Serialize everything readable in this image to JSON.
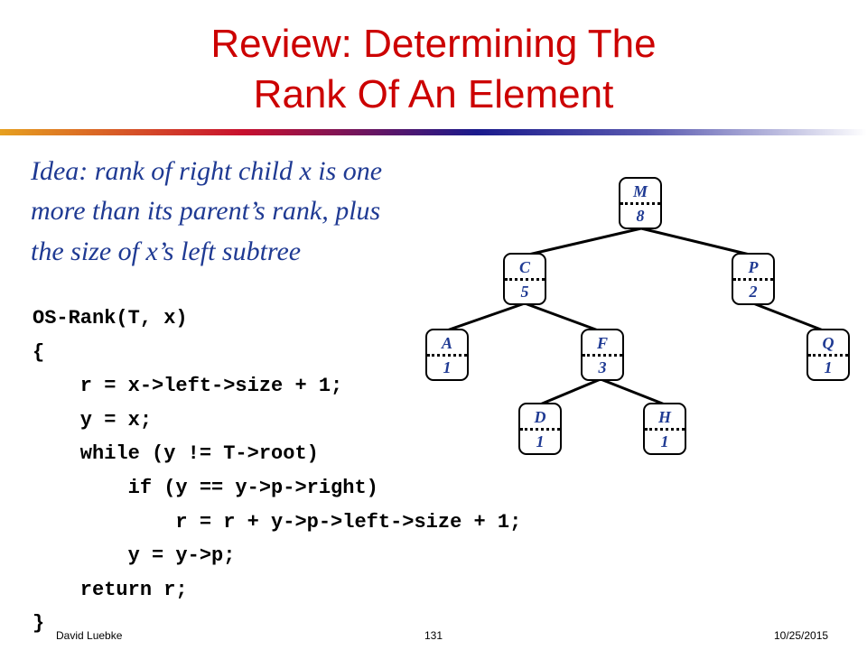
{
  "slide": {
    "title_line1": "Review: Determining The",
    "title_line2": "Rank Of An Element",
    "idea_lines": [
      "Idea: rank of right child x is one",
      "more than its parent’s rank, plus",
      "the size of x’s left subtree"
    ],
    "code_lines": [
      "OS-Rank(T, x)",
      "{",
      "    r = x->left->size + 1;",
      "    y = x;",
      "    while (y != T->root)",
      "        if (y == y->p->right)",
      "            r = r + y->p->left->size + 1;",
      "        y = y->p;",
      "    return r;",
      "}"
    ],
    "footer": {
      "author": "David Luebke",
      "page": "131",
      "date": "10/25/2015"
    }
  },
  "tree": {
    "nodes": [
      {
        "id": "M",
        "key": "M",
        "size": "8"
      },
      {
        "id": "C",
        "key": "C",
        "size": "5"
      },
      {
        "id": "P",
        "key": "P",
        "size": "2"
      },
      {
        "id": "A",
        "key": "A",
        "size": "1"
      },
      {
        "id": "F",
        "key": "F",
        "size": "3"
      },
      {
        "id": "Q",
        "key": "Q",
        "size": "1"
      },
      {
        "id": "D",
        "key": "D",
        "size": "1"
      },
      {
        "id": "H",
        "key": "H",
        "size": "1"
      }
    ],
    "edges": [
      [
        "M",
        "C"
      ],
      [
        "M",
        "P"
      ],
      [
        "C",
        "A"
      ],
      [
        "C",
        "F"
      ],
      [
        "P",
        "Q"
      ],
      [
        "F",
        "D"
      ],
      [
        "F",
        "H"
      ]
    ]
  }
}
